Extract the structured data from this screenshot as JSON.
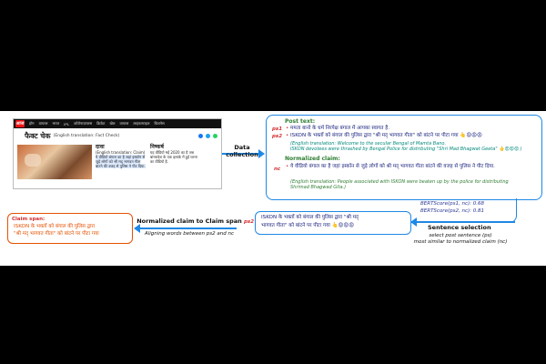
{
  "screenshot": {
    "logo": "आज",
    "nav": [
      "होम",
      "वायरल",
      "भारत",
      "IPL",
      "कोरोनावायरस",
      "क्रिकेट",
      "खेल",
      "वायरल",
      "लाइफस्टाइल",
      "बिजनेस"
    ],
    "title": "फैक्ट चेक",
    "subtitle": "(English translation: Fact Check)",
    "share_colors": [
      "#1877f2",
      "#1da1f2",
      "#25d366"
    ],
    "col1_head": "दावा",
    "col1_sub": "(English translation: Claim)",
    "col1_text": "ये वीडियो बंगाल का है जहां इस्कॉन से जुड़े लोगों को श्री मद् भागवत गीता बांटने की वजह से पुलिस ने पीट दिया.",
    "col2_head": "निष्कर्ष",
    "col2_text": "यह वीडियो मई 2020 का है जब बांग्लादेश के एक इलाके में हुई घटना का वीडियो है."
  },
  "data_collection_label": "Data collection",
  "post": {
    "post_text_head": "Post text:",
    "ps1_tag": "ps1",
    "ps1_text": "ममता बानो के धर्म निरपेक्ष बंगाल में आपका स्वागत है.",
    "ps2_tag": "ps2",
    "ps2_text": "ISKON के भक्तों को बंगाल की पुलिस द्वारा \"श्री मद् भागवत गीता\" को बांटने पर पीटा गया 👆😡😡😡",
    "ps_trans1": "(English translation: Welcome to the secular Bengal of Mamta Bano.",
    "ps_trans2": "ISKON devotees were thrashed by Bengal Police for distributing \"Shri Mad Bhagwat Geeta\" 👆😡😡😡 )",
    "norm_head": "Normalized claim:",
    "nc_tag": "nc",
    "nc_text": "ये वीडियो बंगाल का है जहां इस्कॉन से जुड़े लोगों को श्री मद् भागवत गीता बांटने की वजह से पुलिस ने पीट दिया.",
    "nc_trans1": "(English translation: People associated with ISKON were beaten up by the police for distributing",
    "nc_trans2": "Shrimad Bhagwad Gita.)"
  },
  "scores": {
    "s1": "BERTScore(ps1, nc): 0.68",
    "s2": "BERTScore(ps2, nc): 0.81"
  },
  "ps2_box": {
    "tag": "ps2",
    "line1": "ISKON के भक्तों को बंगाल की पुलिस द्वारा \"श्री मद्",
    "line2": "भागवत गीता\" को बांटने पर पीटा गया 👆😡😡😡"
  },
  "selection": {
    "label": "Sentence selection",
    "note1": "select post sentence (ps)",
    "note2": "most similar to normalized claim (nc)"
  },
  "span_step": {
    "label": "Normalized claim to Claim span",
    "note": "Aligning words between ps2 and nc"
  },
  "span_box": {
    "head": "Claim span:",
    "line1": "ISKON के भक्तों को बंगाल की पुलिस द्वारा",
    "line2": "\"श्री मद् भागवत गीता\" को बांटने पर पीटा गया"
  },
  "colors": {
    "accent": "#1e88e5",
    "tag": "#d32f2f",
    "heading": "#2e7d32",
    "span_border": "#e65100"
  }
}
